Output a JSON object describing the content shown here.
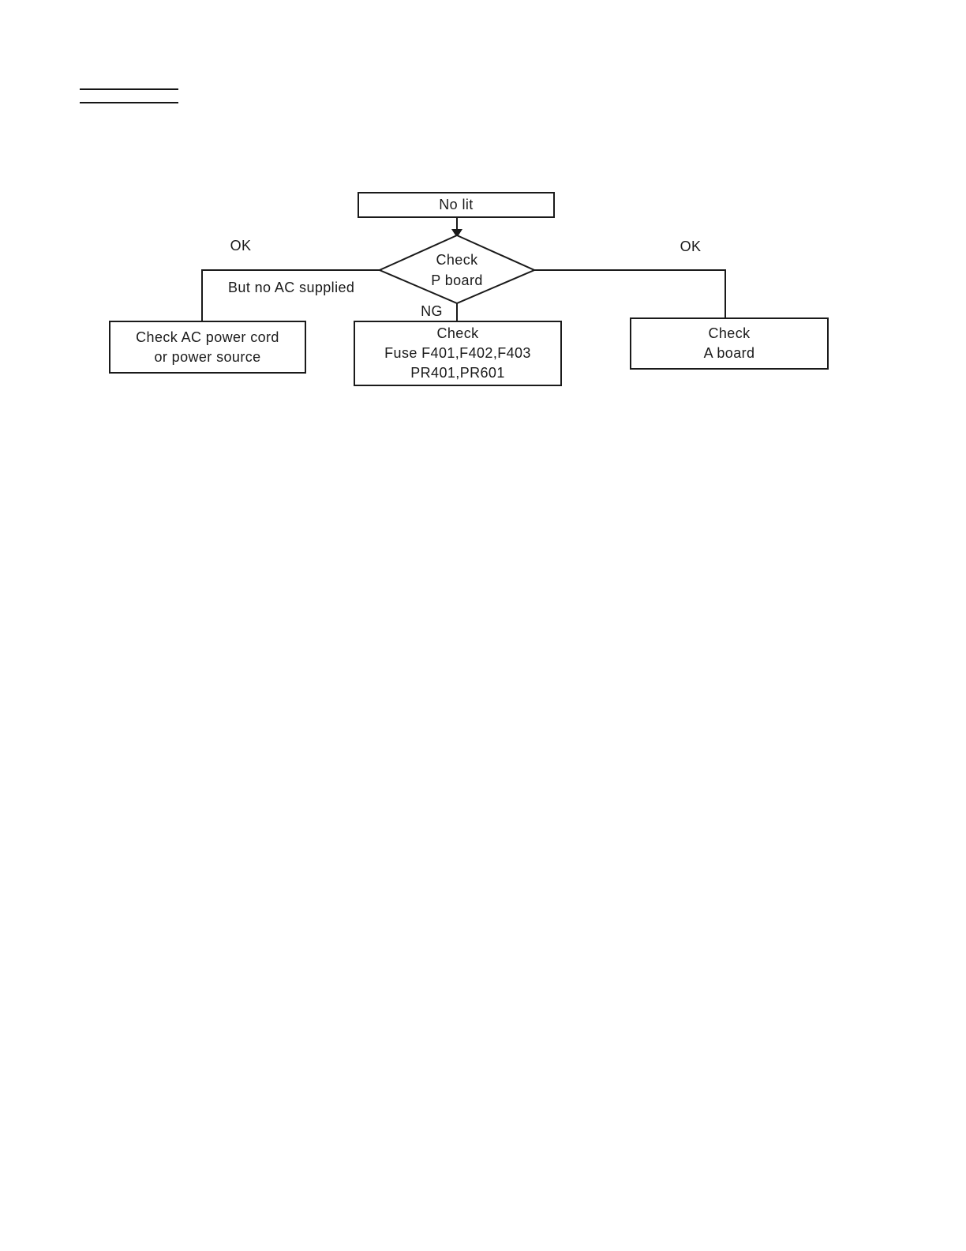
{
  "page": {
    "background": "#ffffff",
    "ink": "#1a1a1a"
  },
  "flowchart": {
    "start": {
      "label": "No lit"
    },
    "decision": {
      "lines": [
        "Check",
        "P board"
      ]
    },
    "labels": {
      "ok_left": "OK",
      "ok_right": "OK",
      "condition_left": "But no AC supplied",
      "ng": "NG"
    },
    "outcomes": {
      "left": {
        "lines": [
          "Check AC power cord",
          "or power source"
        ]
      },
      "center": {
        "lines": [
          "Check",
          "Fuse F401,F402,F403",
          "PR401,PR601"
        ]
      },
      "right": {
        "lines": [
          "Check",
          "A board"
        ]
      }
    }
  }
}
